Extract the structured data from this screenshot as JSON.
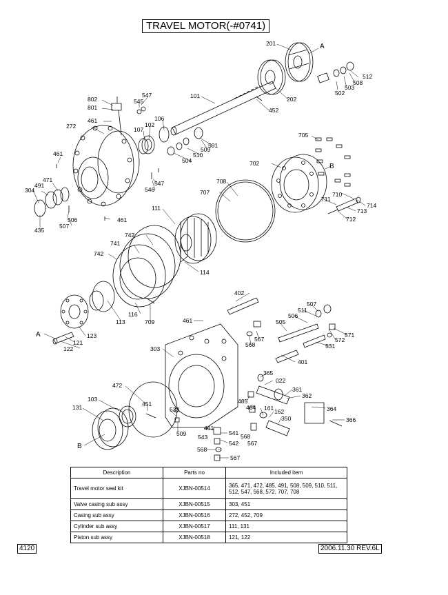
{
  "title": "TRAVEL MOTOR(-#0741)",
  "page_number": "4120",
  "revision": "2006.11.30  REV.6L",
  "callouts": {
    "c201": "201",
    "cA1": "A",
    "c512": "512",
    "c508": "508",
    "c503": "503",
    "c502": "502",
    "c202": "202",
    "c452": "452",
    "c101": "101",
    "c547a": "547",
    "c545": "545",
    "c802": "802",
    "c801": "801",
    "c461a": "461",
    "c106": "106",
    "c102": "102",
    "c107": "107",
    "c272": "272",
    "c509a": "509",
    "c501": "501",
    "c510": "510",
    "c504": "504",
    "c705": "705",
    "c702": "702",
    "cB1": "B",
    "c461b": "461",
    "c471": "471",
    "c491": "491",
    "c304": "304",
    "c547b": "547",
    "c546": "546",
    "c708": "708",
    "c707": "707",
    "c711": "711",
    "c710": "710",
    "c714": "714",
    "c713": "713",
    "c712": "712",
    "c506": "506",
    "c507a": "507",
    "c435": "435",
    "c461c": "461",
    "c111": "111",
    "c742a": "742",
    "c741": "741",
    "c742b": "742",
    "c114": "114",
    "c402": "402",
    "c116": "116",
    "c113": "113",
    "c709": "709",
    "cA2": "A",
    "c123": "123",
    "c121": "121",
    "c122": "122",
    "c461d": "461",
    "c507b": "507",
    "c511": "511",
    "c506b": "506",
    "c505": "505",
    "c567a": "567",
    "c568a": "568",
    "c572": "572",
    "c571": "571",
    "c531": "531",
    "c303": "303",
    "c401": "401",
    "c365": "365",
    "c022": "022",
    "c472": "472",
    "c361": "361",
    "c362": "362",
    "c103": "103",
    "c451": "451",
    "c485": "485",
    "c464": "464",
    "c161": "161",
    "c162": "162",
    "c131": "131",
    "c533": "533",
    "c350": "350",
    "c364": "364",
    "c366": "366",
    "c509b": "509",
    "c461e": "461",
    "c541": "541",
    "c543": "543",
    "c568b": "568",
    "c542": "542",
    "c567b": "567",
    "cB2": "B",
    "c568c": "568",
    "c567c": "567"
  },
  "table": {
    "headers": [
      "Description",
      "Parts no",
      "Included item"
    ],
    "rows": [
      {
        "description": "Travel motor seal kit",
        "parts_no": "XJBN-00514",
        "included": "365, 471, 472, 485, 491, 508, 509, 510, 511, 512, 547, 568, 572, 707, 708"
      },
      {
        "description": "Valve casing sub assy",
        "parts_no": "XJBN-00515",
        "included": "303, 451"
      },
      {
        "description": "Casing sub assy",
        "parts_no": "XJBN-00516",
        "included": "272, 452, 709"
      },
      {
        "description": "Cylinder sub assy",
        "parts_no": "XJBN-00517",
        "included": "111, 131"
      },
      {
        "description": "Piston sub assy",
        "parts_no": "XJBN-00518",
        "included": "121, 122"
      }
    ]
  }
}
